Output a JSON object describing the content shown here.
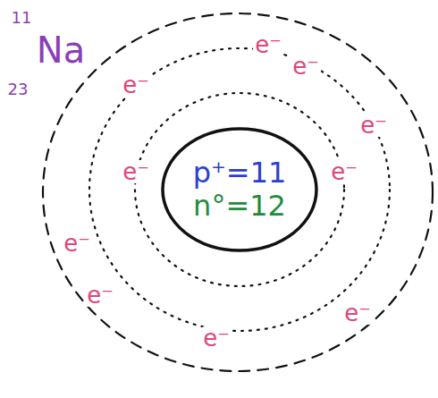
{
  "diagram": {
    "nodes": [
      {
        "text": [
          "p⁺=11",
          "n°=12"
        ]
      }
    ],
    "labels": [
      "11",
      "Na",
      "23",
      "e⁻",
      "e⁻",
      "e⁻",
      "e⁻",
      "e⁻",
      "e⁻",
      "e⁻",
      "e⁻",
      "e⁻",
      "e⁻"
    ]
  }
}
